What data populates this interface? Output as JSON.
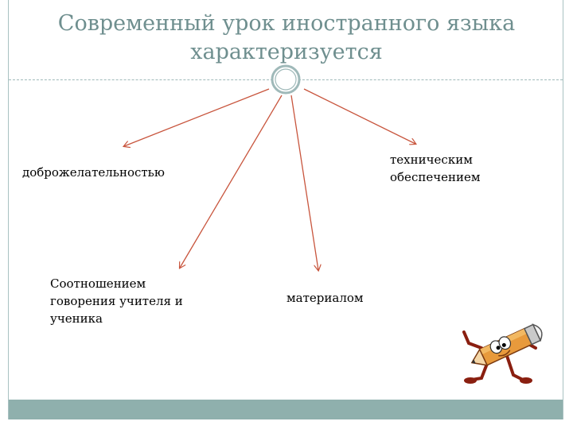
{
  "slide": {
    "title": "Современный урок иностранного языка характеризуется"
  },
  "diagram": {
    "nodes": [
      {
        "id": "n1",
        "label": "доброжелательностью"
      },
      {
        "id": "n2",
        "label": "Соотношением говорения учителя и ученика"
      },
      {
        "id": "n3",
        "label": "материалом"
      },
      {
        "id": "n4",
        "label": "техническим обеспечением"
      }
    ]
  },
  "colors": {
    "title": "#6f8f8f",
    "accent_bar": "#8fb0ad",
    "arrow": "#c8553d",
    "hub_ring": "#9fb9b9"
  },
  "icons": {
    "hub": "circle-hub-icon",
    "mascot": "pencil-character-icon"
  }
}
